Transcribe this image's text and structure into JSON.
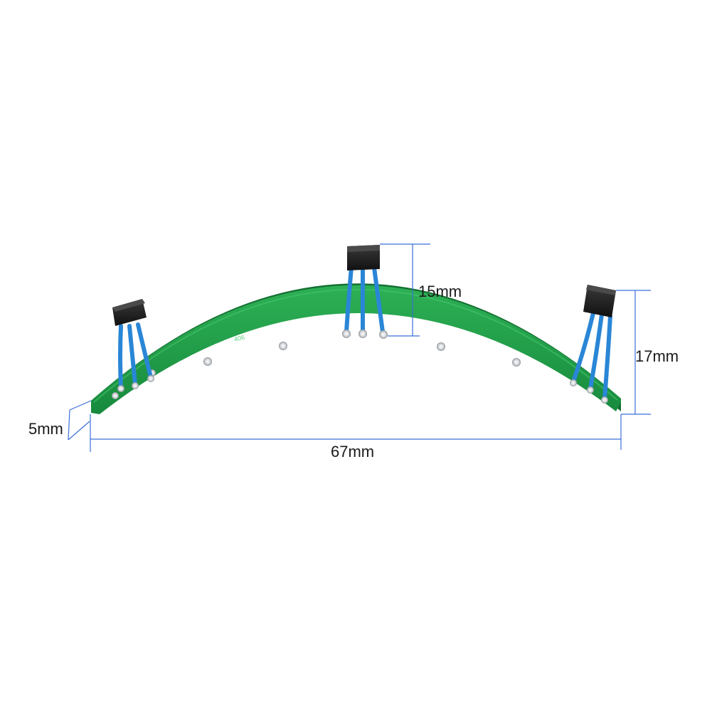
{
  "image": {
    "subject": "curved PCB hall sensor board",
    "colors": {
      "board": "#1f9e48",
      "board_dark": "#157a36",
      "board_light": "#34b35c",
      "wire": "#2a86d6",
      "sensor": "#1b1b1b",
      "dimension_line": "#3b6fd9",
      "pad": "#c9ccd1"
    }
  },
  "dimensions": {
    "length": "67mm",
    "board_height": "5mm",
    "center_sensor_height": "15mm",
    "side_sensor_height": "17mm"
  }
}
